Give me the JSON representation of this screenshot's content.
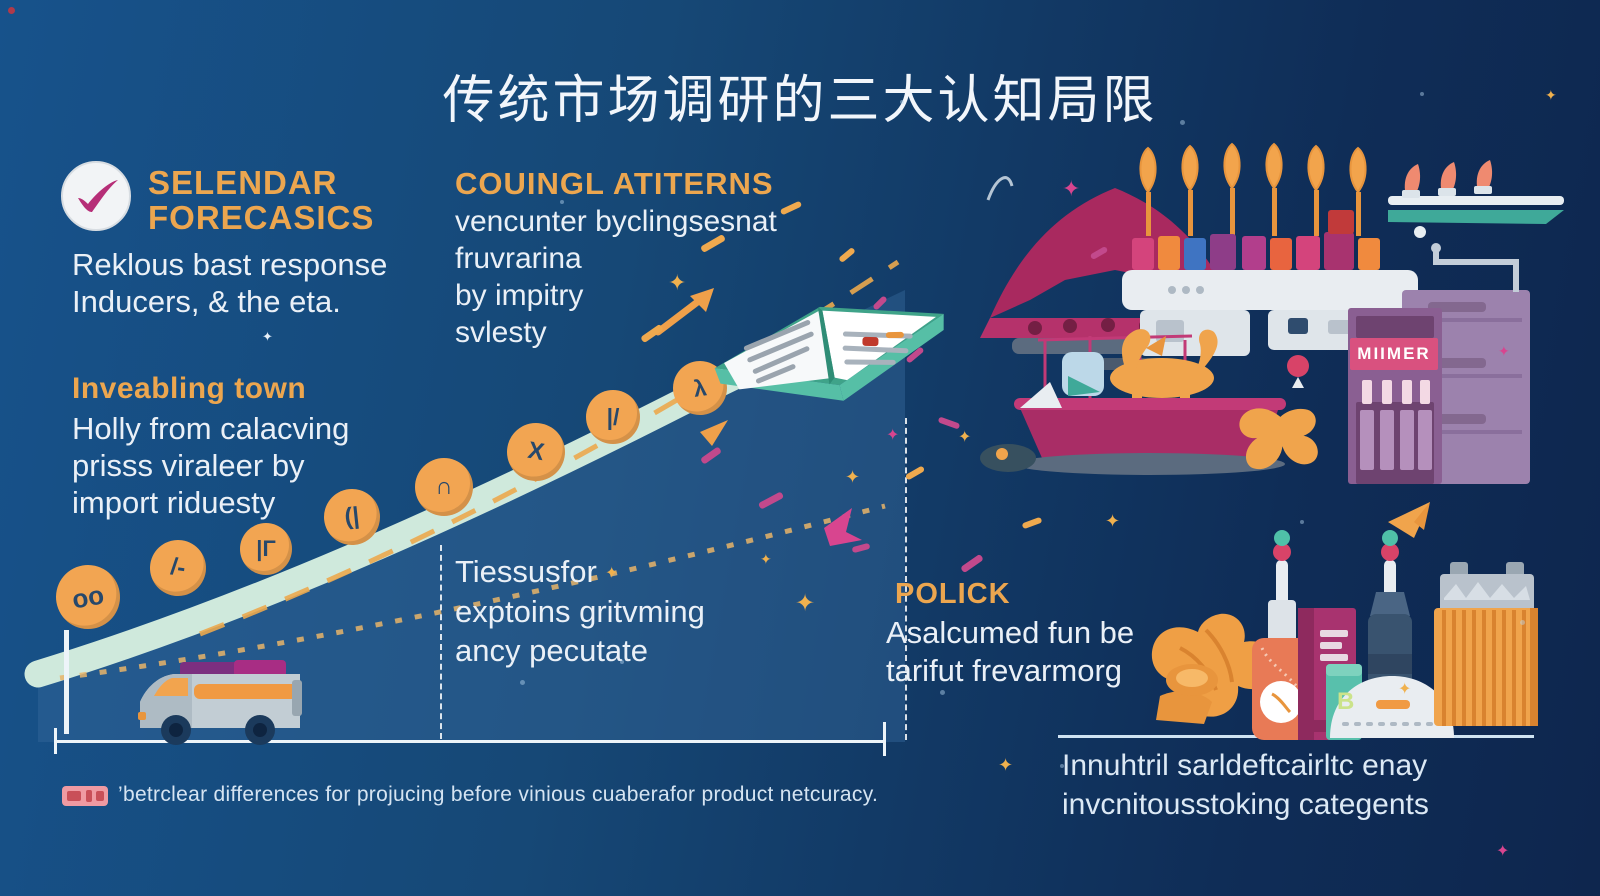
{
  "title": "传统市场调研的三大认知局限",
  "blocks": {
    "forecasts": {
      "heading": "SELENDAR\nFORECASICS",
      "body": "Reklous bast response\nInducers, & the eta."
    },
    "inveabling": {
      "heading": "Inveabling town",
      "body": "Holly from calacving\nprisss viraleer by\nimport riduesty"
    },
    "couingl": {
      "heading": "COUINGL ATITERNS",
      "body": "vencunter byclingsesnat\nfruvrarina\nby impitry\nsvlesty"
    },
    "tiessusfur": {
      "body": "Tiessusfor\nexptoins gritvming\nancy pecutate"
    },
    "polick": {
      "heading": "POLICK",
      "body": "Asalcumed fun be\ntarifut frevarmorg"
    },
    "categories": {
      "body": "Innuhtril sarldeftcairltc enay\ninvcnitousstoking categents"
    },
    "caption": "’betrclear differences for projucing before vinious cuaberafor product netcuracy."
  },
  "illustrations": {
    "building_sign": "MIIMER",
    "package_letter": "B"
  },
  "milestones": {
    "glyphs": [
      "oo",
      "/-",
      "|Γ",
      "(|",
      "∩",
      "X",
      "|/",
      "λ"
    ]
  },
  "colors": {
    "accent_orange": "#ECA64F",
    "magenta": "#B62E77",
    "mint_curve": "#CFE9DC",
    "teal": "#3FA999",
    "background_left": "#17528B",
    "background_right": "#0E264E",
    "text_light": "#EAF0F7"
  }
}
